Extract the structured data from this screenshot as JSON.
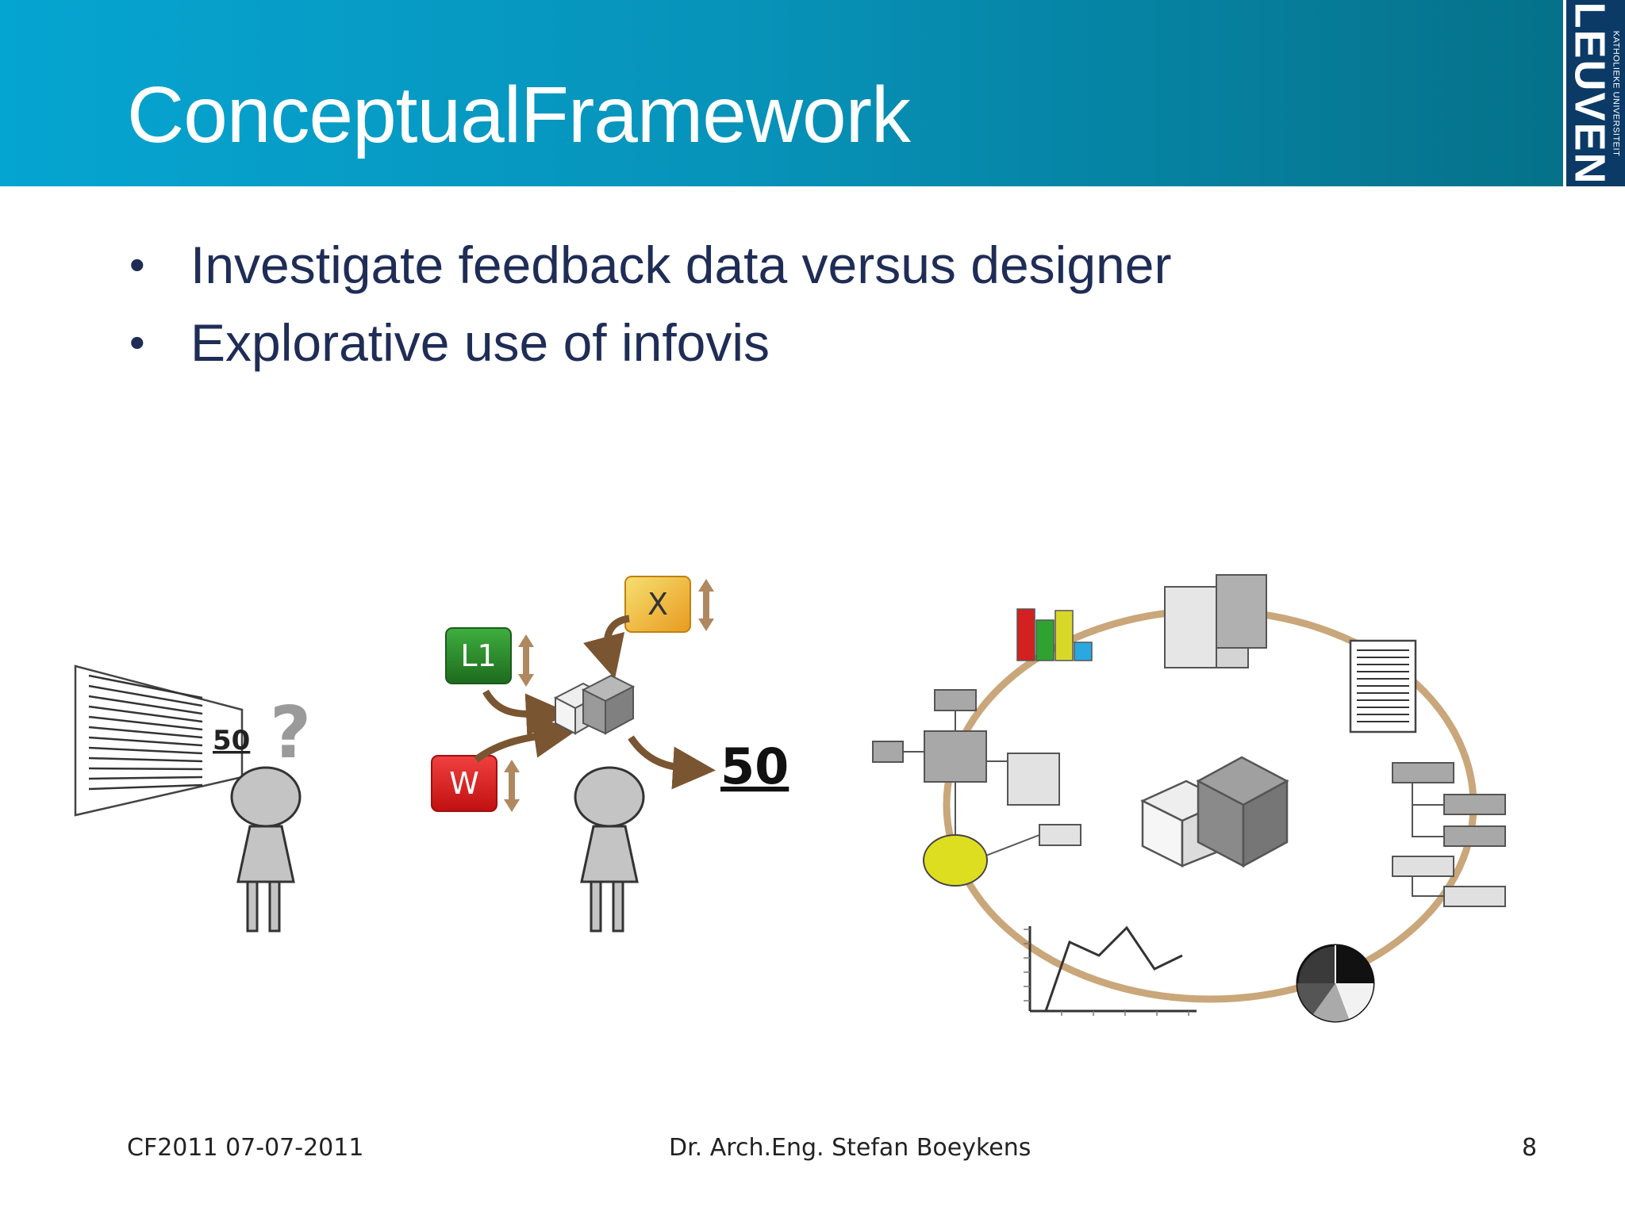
{
  "slide": {
    "title": "ConceptualFramework",
    "logo": {
      "main": "LEUVEN",
      "sub": "KATHOLIEKE UNIVERSITEIT"
    },
    "bullets": [
      "Investigate feedback data versus designer",
      "Explorative use of infovis"
    ]
  },
  "diagram": {
    "left_panel_value": "50",
    "left_panel_question": "?",
    "middle_params": [
      "L1",
      "W",
      "X"
    ],
    "middle_result": "50"
  },
  "footer": {
    "left": "CF2011 07-07-2011",
    "center": "Dr. Arch.Eng. Stefan Boeykens",
    "right": "8"
  },
  "colors": {
    "header_start": "#05a5d1",
    "header_end": "#056f86",
    "bullet_text": "#1f2d56",
    "ring": "#c9a77a",
    "arrow": "#7a5532",
    "param_green": "#2e8b2e",
    "param_red": "#e02020",
    "param_yellow": "#f0c020"
  }
}
